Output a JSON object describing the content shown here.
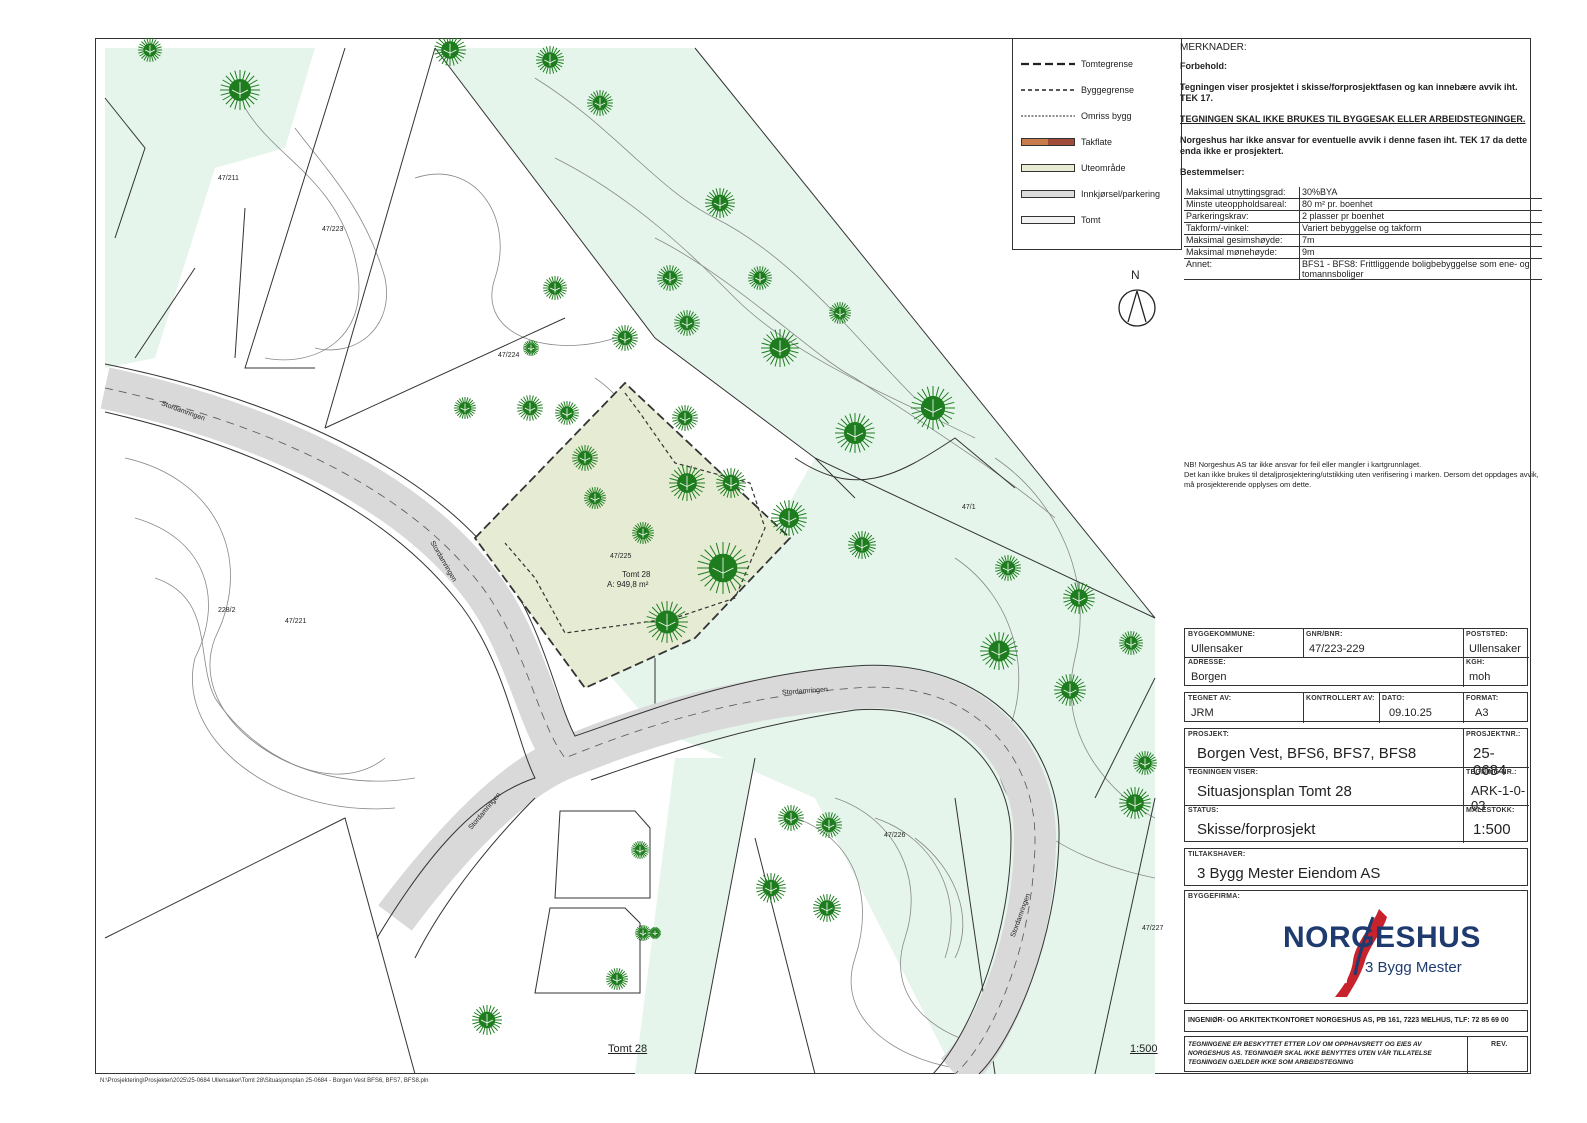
{
  "legend": {
    "items": [
      {
        "label": "Tomtegrense",
        "style": "thick-dash"
      },
      {
        "label": "Byggegrense",
        "style": "dash"
      },
      {
        "label": "Omriss bygg",
        "style": "dot"
      },
      {
        "label": "Takflate",
        "style": "roof",
        "colors": [
          "#c87b4b",
          "#a04a3a"
        ]
      },
      {
        "label": "Uteområde",
        "style": "fill",
        "color": "#e6ebd3"
      },
      {
        "label": "Innkjørsel/parkering",
        "style": "fill",
        "color": "#dcdcdc"
      },
      {
        "label": "Tomt",
        "style": "fill",
        "color": "#f2f2f2"
      }
    ]
  },
  "notes": {
    "title": "MERKNADER:",
    "forbehold_title": "Forbehold:",
    "p1": "Tegningen viser prosjektet i skisse/forprosjektfasen og kan innebære avvik iht. TEK 17.",
    "p2": "TEGNINGEN SKAL IKKE BRUKES TIL BYGGESAK ELLER ARBEIDSTEGNINGER.",
    "p3": "Norgeshus har ikke ansvar for eventuelle avvik i denne fasen iht. TEK 17 da dette enda ikke er prosjektert.",
    "bestemmelser_title": "Bestemmelser:",
    "bestemmelser": [
      {
        "k": "Maksimal utnyttingsgrad:",
        "v": "30%BYA"
      },
      {
        "k": "Minste uteoppholdsareal:",
        "v": "80 m² pr. boenhet"
      },
      {
        "k": "Parkeringskrav:",
        "v": "2 plasser pr boenhet"
      },
      {
        "k": "Takform/-vinkel:",
        "v": "Variert bebyggelse og takform"
      },
      {
        "k": "Maksimal gesimshøyde:",
        "v": "7m"
      },
      {
        "k": "Maksimal mønehøyde:",
        "v": "9m"
      },
      {
        "k": "Annet:",
        "v": "BFS1 - BFS8: Frittliggende boligbebyggelse som ene- og tomannsboliger"
      }
    ],
    "nb1": "NB! Norgeshus AS tar ikke ansvar for feil eller mangler i kartgrunnlaget.",
    "nb2": "Det kan ikke brukes til detaljprosjektering/utstikking uten verifisering i marken. Dersom det oppdages avvik, må prosjekterende opplyses om dette."
  },
  "north_label": "N",
  "map": {
    "labels": [
      "47/211",
      "47/223",
      "47/224",
      "47/225",
      "47/1",
      "228/2",
      "47/221",
      "47/226",
      "47/227"
    ],
    "roads": [
      "Stordamringen",
      "Stordamringen",
      "Stordamringen",
      "Stordamringen",
      "Stordamringen"
    ],
    "tomt_name": "Tomt 28",
    "tomt_area": "A: 949,8 m²",
    "footer_title": "Tomt 28",
    "footer_scale": "1:500"
  },
  "titleblock": {
    "byggekommune_lbl": "BYGGEKOMMUNE:",
    "byggekommune": "Ullensaker",
    "gnr_lbl": "GNR/BNR:",
    "gnr": "47/223-229",
    "poststed_lbl": "POSTSTED:",
    "poststed": "Ullensaker",
    "adresse_lbl": "ADRESSE:",
    "adresse": "Borgen",
    "kgh_lbl": "KGH:",
    "kgh": "moh",
    "tegnet_lbl": "TEGNET AV:",
    "tegnet": "JRM",
    "kontrollert_lbl": "KONTROLLERT AV:",
    "kontrollert": "",
    "dato_lbl": "DATO:",
    "dato": "09.10.25",
    "format_lbl": "FORMAT:",
    "format": "A3",
    "prosjekt_lbl": "PROSJEKT:",
    "prosjekt": "Borgen Vest, BFS6, BFS7, BFS8",
    "prosjektnr_lbl": "PROSJEKTNR.:",
    "prosjektnr": "25-0684",
    "viser_lbl": "TEGNINGEN VISER:",
    "viser": "Situasjonsplan Tomt 28",
    "tegningnr_lbl": "TEGNING NR.:",
    "tegningnr": "ARK-1-0-03",
    "status_lbl": "STATUS:",
    "status": "Skisse/forprosjekt",
    "malestokk_lbl": "MÅLESTOKK:",
    "malestokk": "1:500",
    "tiltakshaver_lbl": "TILTAKSHAVER:",
    "tiltakshaver": "3 Bygg Mester Eiendom AS",
    "byggefirma_lbl": "BYGGEFIRMA:",
    "logo_main": "NORGESHUS",
    "logo_sub": "3 Bygg Mester",
    "office": "INGENIØR- OG ARKITEKTKONTORET NORGESHUS AS,  PB 161, 7223 MELHUS,  TLF: 72 85 69 00",
    "copyright": "TEGNINGENE ER BESKYTTET ETTER LOV OM OPPHAVSRETT OG EIES AV NORGESHUS AS.  TEGNINGER SKAL IKKE BENYTTES UTEN VÅR TILLATELSE TEGNINGEN GJELDER IKKE SOM ARBEIDSTEGNING",
    "rev_lbl": "REV."
  },
  "file_path": "N:\\Prosjektering\\Prosjekter\\2025\\25-0684 Ullensaker\\Tomt 28\\Situasjonsplan 25-0684 - Borgen Vest BFS6, BFS7, BFS8.pln",
  "colors": {
    "green_area": "#e5f5ec",
    "plot": "#e6ebd3",
    "road": "#d9d9d9",
    "tree": "#1e7d1e",
    "line": "#333333"
  }
}
